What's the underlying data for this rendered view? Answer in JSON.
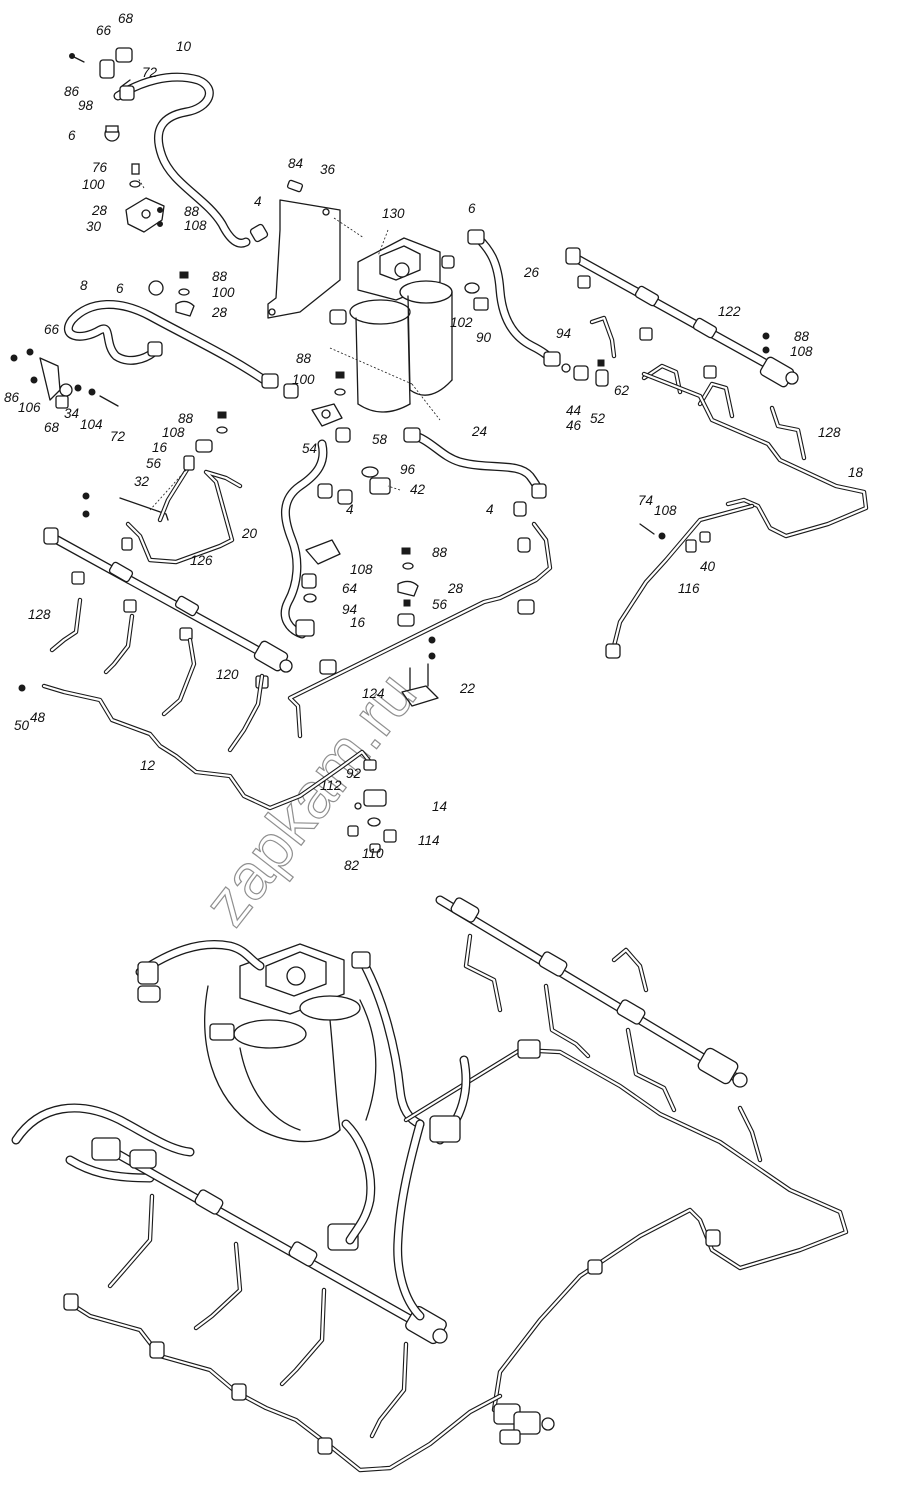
{
  "watermark": "zapkam.ru",
  "callouts": [
    "68",
    "66",
    "10",
    "72",
    "86",
    "98",
    "6",
    "76",
    "100",
    "28",
    "88",
    "30",
    "108",
    "84",
    "36",
    "130",
    "4",
    "8",
    "6",
    "88",
    "100",
    "28",
    "66",
    "86",
    "106",
    "34",
    "104",
    "72",
    "68",
    "26",
    "122",
    "88",
    "108",
    "94",
    "62",
    "44",
    "46",
    "52",
    "102",
    "90",
    "6",
    "88",
    "100",
    "54",
    "58",
    "24",
    "128",
    "96",
    "42",
    "4",
    "18",
    "88",
    "108",
    "16",
    "56",
    "32",
    "126",
    "20",
    "88",
    "108",
    "28",
    "64",
    "94",
    "56",
    "16",
    "4",
    "74",
    "108",
    "40",
    "116",
    "128",
    "120",
    "124",
    "22",
    "50",
    "48",
    "12",
    "112",
    "92",
    "14",
    "110",
    "114",
    "82"
  ]
}
